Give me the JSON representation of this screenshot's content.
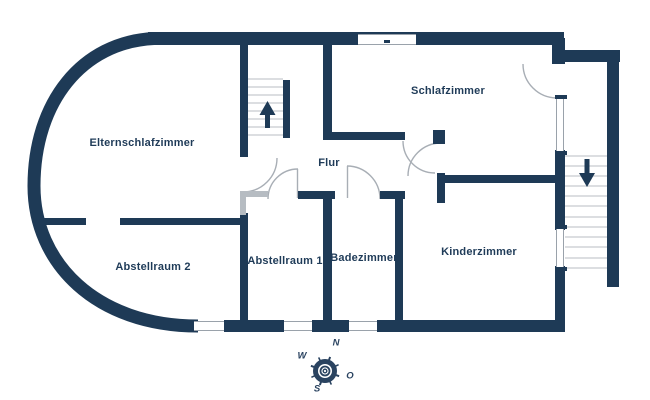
{
  "floorplan": {
    "rooms": [
      {
        "id": "elternschlafzimmer",
        "label": "Elternschlafzimmer"
      },
      {
        "id": "schlafzimmer",
        "label": "Schlafzimmer"
      },
      {
        "id": "flur",
        "label": "Flur"
      },
      {
        "id": "abstellraum-1",
        "label": "Abstellraum 1"
      },
      {
        "id": "abstellraum-2",
        "label": "Abstellraum 2"
      },
      {
        "id": "badezimmer",
        "label": "Badezimmer"
      },
      {
        "id": "kinderzimmer",
        "label": "Kinderzimmer"
      }
    ],
    "stairs": [
      {
        "id": "stairs-upper",
        "direction": "up"
      },
      {
        "id": "stairs-lower",
        "direction": "down"
      }
    ],
    "compass": {
      "north": "N",
      "east": "O",
      "south": "S",
      "west": "W"
    },
    "colors": {
      "wall": "#1e3a56",
      "background": "#ffffff",
      "window_line": "#9aa2ab",
      "step_line": "#c6cacf",
      "door_arc": "#a8aeb5",
      "gray_wall": "#b6bcc2",
      "label_text": "#1f3b58"
    }
  }
}
